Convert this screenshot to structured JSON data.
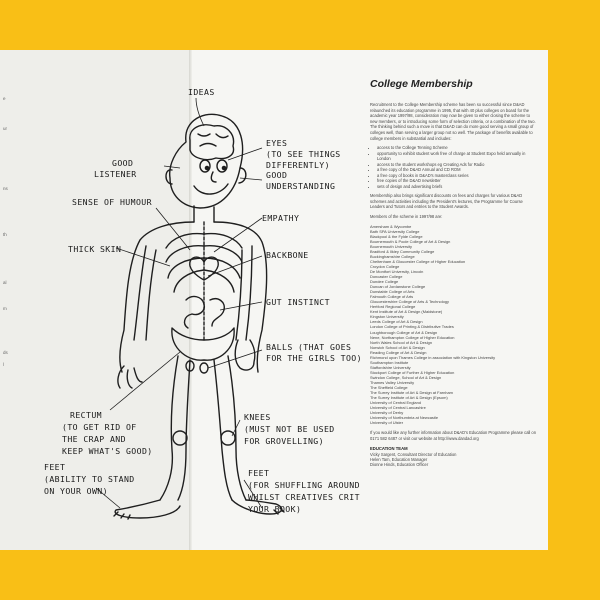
{
  "article": {
    "title": "College Membership",
    "intro": "Recruitment to the College Membership scheme has been so successful since D&AD relaunched its education programme in 1995, that with 40 plus colleges on board for the academic year 1997/98, consideration may now be given to either closing the scheme to new members, or to introducing some form of selection criteria, or a combination of the two. The thinking behind such a move is that D&AD can do more good serving a small group of colleges well, than serving a larger group not so well. The package of benefits available to college members in substantial and includes:",
    "benefits": [
      "access to the College Tenning Scheme",
      "opportunity to exhibit student work free of charge at Student Expo held annually in London",
      "access to the student workshops eg Creating Ads for Radio",
      "a free copy of the D&AD Annual and CD ROM",
      "a free copy of books in D&AD's masterclass series",
      "free copies of the D&AD newsletter",
      "sets of design and advertising briefs"
    ],
    "discounts": "Membership also brings significant discounts on fees and charges for various D&AD schemes and activities including the President's lectures, the Programme for Course Leaders and Tutors and entries to the Student Awards.",
    "members_heading": "Members of the scheme in 1997/98 are:",
    "members": [
      "Amersham & Wycombe",
      "Bath SPA University College",
      "Blackpool & the Fylde College",
      "Bournemouth & Poole College of Art & Design",
      "Bournemouth University",
      "Bradford & Ilkley Community College",
      "Buckinghamshire College",
      "Cheltenham & Gloucester College of Higher Education",
      "Croydon College",
      "De Montfort University, Lincoln",
      "Doncaster College",
      "Dundee College",
      "Duncan of Jordanstone College",
      "Dunstable College of Arts",
      "Falmouth College of Arts",
      "Gloucestershire College of Arts & Technology",
      "Hertford Regional College",
      "Kent Institute of Art & Design (Maidstone)",
      "Kingston University",
      "Leeds College of Art & Design",
      "London College of Printing & Distributive Trades",
      "Loughborough College of Art & Design",
      "Nene, Northampton College of Higher Education",
      "North Wales School of Art & Design",
      "Norwich School of Art & Design",
      "Reading College of Art & Design",
      "Richmond upon Thames College in association with Kingston University",
      "Southampton Institute",
      "Staffordshire University",
      "Stockport College of Further & Higher Education",
      "Swindon College, School of Art & Design",
      "Thames Valley University",
      "The Sheffield College",
      "The Surrey Institute of Art & Design at Farnham",
      "The Surrey Institute of Art & Design (Epsom)",
      "University of Central England",
      "University of Central Lancashire",
      "University of Derby",
      "University of Northumbria at Newcastle",
      "University of Ulster"
    ],
    "contact": "If you would like any further information about D&AD's Education Programme please call on 0171 582 6487 or visit our website at http://www.dandad.org",
    "team_heading": "EDUCATION TEAM",
    "team": [
      "Vicky Sargent, Consultant Director of Education",
      "Helen Tam, Education Manager",
      "Dionne Hinds, Education Officer"
    ]
  },
  "left_fragments": [
    "e",
    "ur",
    "ns",
    "th",
    "al",
    "m",
    "ds",
    "l"
  ],
  "labels": {
    "ideas": "IDEAS",
    "eyes": [
      "EYES",
      "(TO SEE THINGS",
      "DIFFERENTLY)"
    ],
    "listener": [
      "GOOD",
      "LISTENER"
    ],
    "understanding": [
      "GOOD",
      "UNDERSTANDING"
    ],
    "humour": [
      "SENSE OF HUMOUR"
    ],
    "empathy": [
      "EMPATHY"
    ],
    "thickskin": [
      "THICK SKIN"
    ],
    "backbone": [
      "BACKBONE"
    ],
    "gut": [
      "GUT INSTINCT"
    ],
    "balls": [
      "BALLS (THAT GOES",
      "FOR THE GIRLS TOO)"
    ],
    "rectum": [
      "RECTUM",
      "(TO GET RID OF",
      "THE CRAP AND",
      "KEEP WHAT'S GOOD)"
    ],
    "knees": [
      "KNEES",
      "(MUST NOT BE USED",
      "FOR GROVELLING)"
    ],
    "feet_left": [
      "FEET",
      "(ABILITY TO STAND",
      "ON YOUR OWN)"
    ],
    "feet_right": [
      "FEET",
      "(FOR SHUFFLING AROUND",
      "WHILST CREATIVES CRIT",
      "YOUR BOOK)"
    ]
  }
}
